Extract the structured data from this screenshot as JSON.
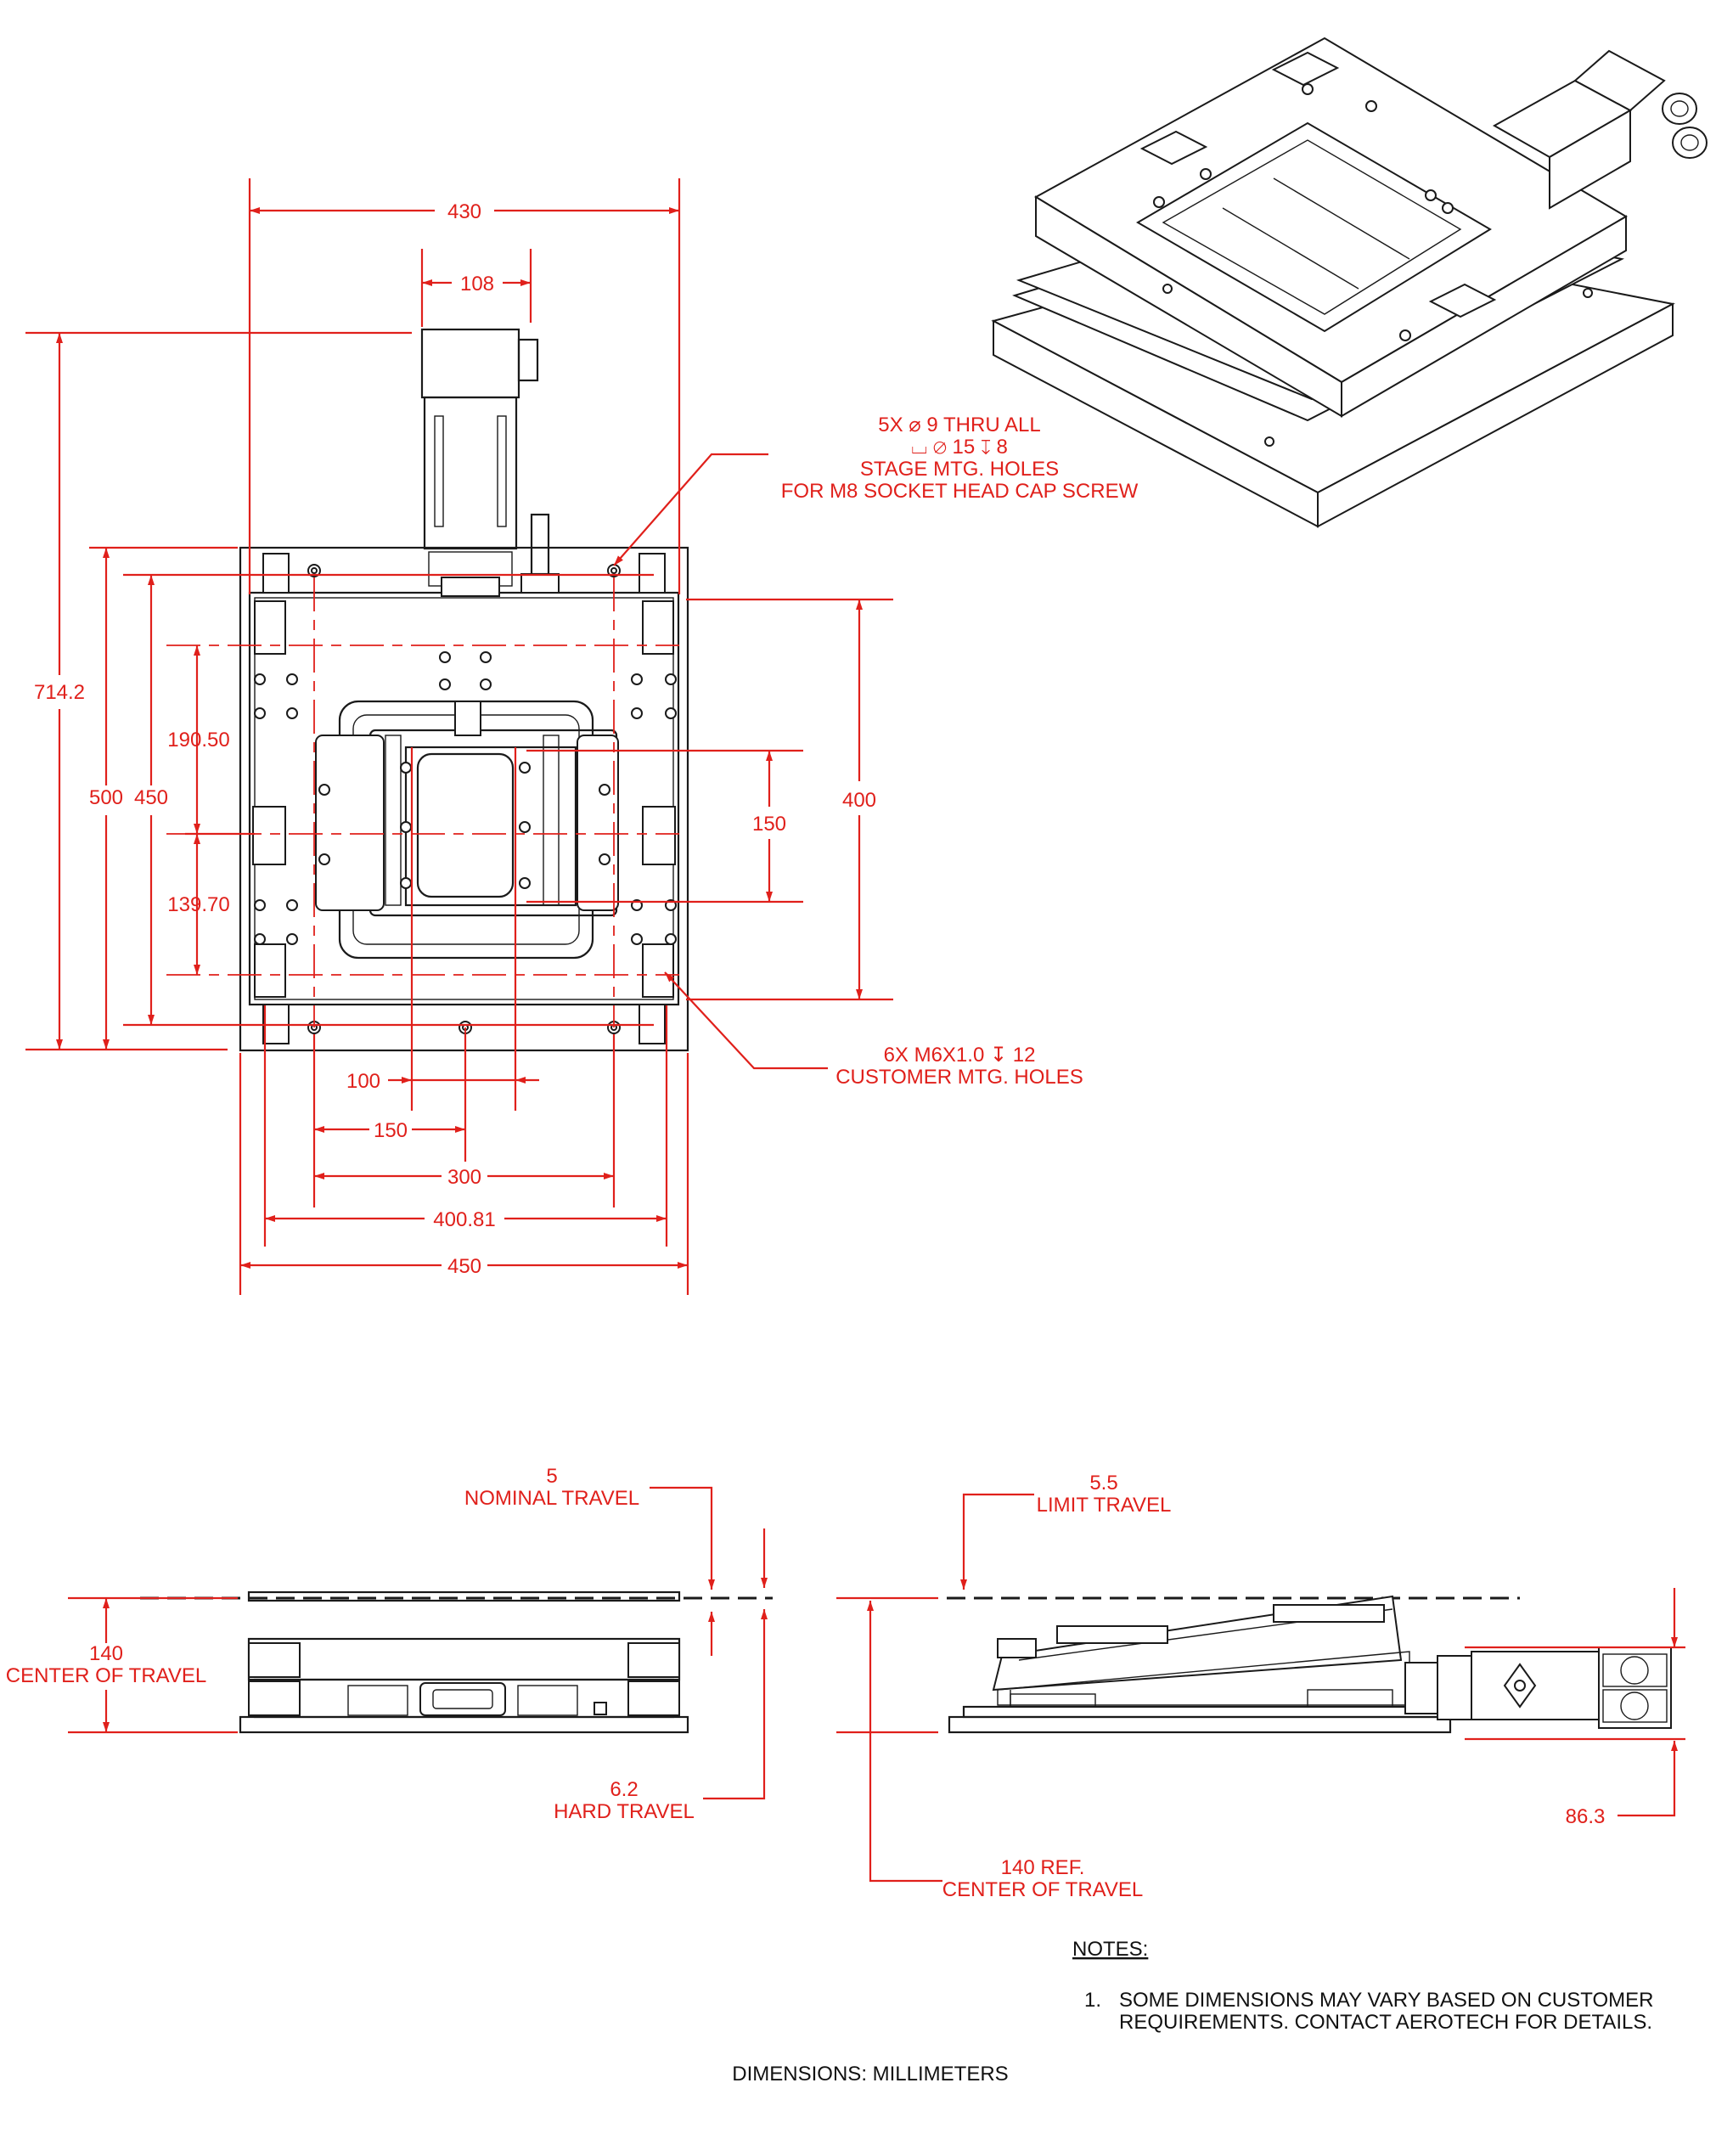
{
  "drawing": {
    "colors": {
      "dimension": "#e0201b",
      "outline": "#1a1a1a",
      "background": "#ffffff"
    },
    "top_view": {
      "dims": {
        "overall_width_top": "430",
        "motor_width": "108",
        "overall_length": "714.2",
        "base_length": "500",
        "table_length": "450",
        "upper_offset": "190.50",
        "lower_offset": "139.70",
        "stage_pitch_150_vertical": "150",
        "hole_span_400": "400",
        "span_100": "100",
        "span_150": "150",
        "span_300": "300",
        "span_400_81": "400.81",
        "overall_width_bottom": "450"
      },
      "stage_holes_note": [
        "5X ⌀ 9 THRU ALL",
        "⌴ ⌀ 15 ↧ 8",
        "STAGE MTG. HOLES",
        "FOR M8 SOCKET HEAD CAP SCREW"
      ],
      "customer_holes_note": [
        "6X M6X1.0 ↧ 12",
        "CUSTOMER MTG. HOLES"
      ]
    },
    "front_view": {
      "nominal_travel": [
        "5",
        "NOMINAL TRAVEL"
      ],
      "center_of_travel": [
        "140",
        "CENTER OF TRAVEL"
      ],
      "hard_travel": [
        "6.2",
        "HARD TRAVEL"
      ]
    },
    "side_view": {
      "limit_travel": [
        "5.5",
        "LIMIT TRAVEL"
      ],
      "motor_height": "86.3",
      "center_of_travel_ref": [
        "140 REF.",
        "CENTER OF TRAVEL"
      ]
    },
    "notes": {
      "title": "NOTES:",
      "items": [
        [
          "1.",
          "SOME DIMENSIONS MAY VARY BASED ON CUSTOMER",
          "REQUIREMENTS.  CONTACT AEROTECH FOR DETAILS."
        ]
      ]
    },
    "units": "DIMENSIONS:  MILLIMETERS"
  }
}
